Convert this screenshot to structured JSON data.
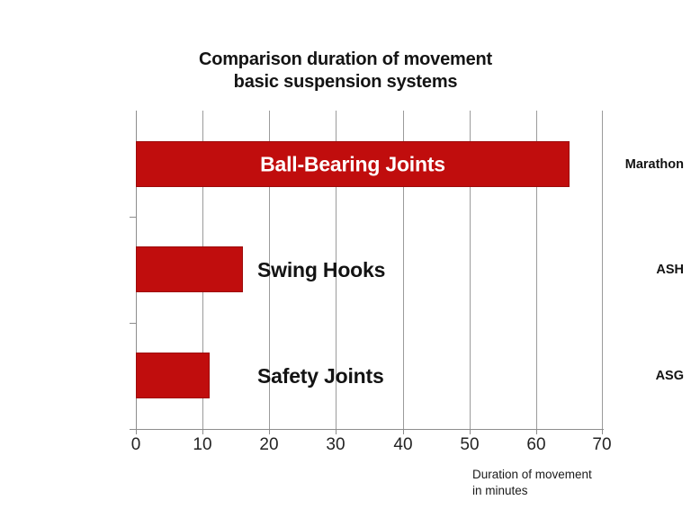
{
  "chart_data": {
    "type": "bar",
    "orientation": "horizontal",
    "title": "Comparison duration of movement basic suspension systems",
    "title_lines": [
      "Comparison duration of movement",
      "basic suspension systems"
    ],
    "categories": [
      "Marathon",
      "ASH",
      "ASG"
    ],
    "values": [
      65,
      16,
      11
    ],
    "point_labels": [
      "Ball-Bearing Joints",
      "Swing Hooks",
      "Safety Joints"
    ],
    "xlabel": "Duration of movement in minutes",
    "xlabel_lines": [
      "Duration of movement",
      "in minutes"
    ],
    "ylabel": "",
    "xlim": [
      0,
      70
    ],
    "xticks": [
      0,
      10,
      20,
      30,
      40,
      50,
      60,
      70
    ],
    "xtick_labels": [
      "0",
      "10",
      "20",
      "30",
      "40",
      "50",
      "60",
      "70"
    ],
    "grid": "vertical",
    "legend": "none",
    "series": [
      {
        "name": "Duration of movement in minutes",
        "color": "#C00D0D",
        "values": [
          65,
          16,
          11
        ]
      }
    ],
    "bars": [
      {
        "category": "Marathon",
        "value": 65,
        "label": "Ball-Bearing Joints",
        "label_placement": "inside",
        "label_color": "#ffffff"
      },
      {
        "category": "ASH",
        "value": 16,
        "label": "Swing Hooks",
        "label_placement": "outside",
        "label_color": "#131313"
      },
      {
        "category": "ASG",
        "value": 11,
        "label": "Safety Joints",
        "label_placement": "outside",
        "label_color": "#131313"
      }
    ],
    "colors": {
      "bar_fill": "#C00D0D",
      "bar_border": "#9D0B0B",
      "gridline": "#9B9B9B",
      "axis": "#8D8D8D",
      "text": "#131313",
      "background": "#FFFFFF"
    }
  }
}
